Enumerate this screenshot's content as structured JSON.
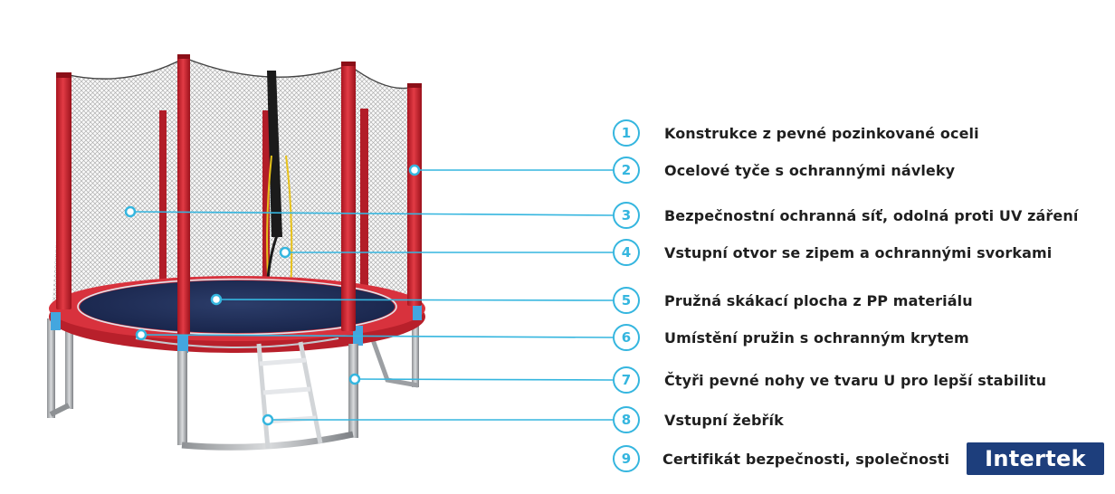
{
  "features": [
    {
      "num": "1",
      "label": "Konstrukce z pevné pozinkované oceli"
    },
    {
      "num": "2",
      "label": "Ocelové tyče s ochrannými návleky"
    },
    {
      "num": "3",
      "label": "Bezpečnostní ochranná síť, odolná proti UV záření"
    },
    {
      "num": "4",
      "label": "Vstupní otvor se zipem a ochrannými svorkami"
    },
    {
      "num": "5",
      "label": "Pružná skákací plocha z PP materiálu"
    },
    {
      "num": "6",
      "label": "Umístění pružin s ochranným krytem"
    },
    {
      "num": "7",
      "label": "Čtyři pevné nohy ve tvaru U pro lepší stabilitu"
    },
    {
      "num": "8",
      "label": "Vstupní žebřík"
    },
    {
      "num": "9",
      "label": "Certifikát bezpečnosti, společnosti"
    }
  ],
  "logo": {
    "text": "Intertek"
  },
  "colors": {
    "accent": "#35b6df",
    "frame_red": "#d42a35",
    "mat": "#1f2f56",
    "logo_bg": "#1d3e7c"
  }
}
